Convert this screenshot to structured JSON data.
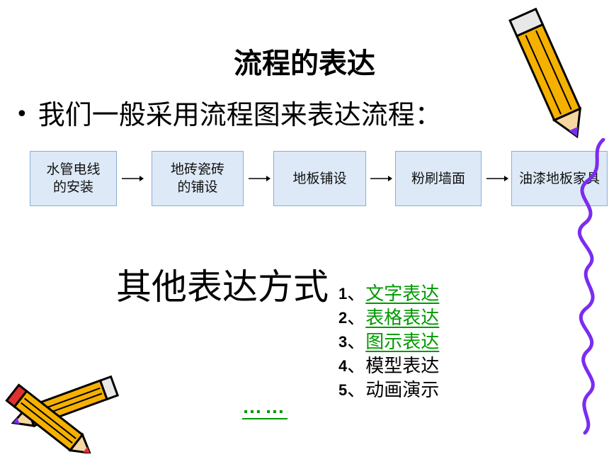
{
  "slide": {
    "title": "流程的表达",
    "bullet_marker": "•",
    "bullet_text": "我们一般采用流程图来表达流程："
  },
  "flowchart": {
    "steps": [
      {
        "label": "水管电线\n的安装"
      },
      {
        "label": "地砖瓷砖\n的铺设"
      },
      {
        "label": "地板铺设"
      },
      {
        "label": "粉刷墙面"
      },
      {
        "label": "油漆地板家具"
      }
    ],
    "box_fill": "#dde9f7",
    "box_border": "#8aaed8"
  },
  "other_methods": {
    "heading": "其他表达方式",
    "separator": "、",
    "items": [
      {
        "number": "1",
        "label": "文字表达",
        "link": true
      },
      {
        "number": "2",
        "label": "表格表达",
        "link": true
      },
      {
        "number": "3",
        "label": "图示表达",
        "link": true
      },
      {
        "number": "4",
        "label": "模型表达",
        "link": false
      },
      {
        "number": "5",
        "label": "动画演示",
        "link": false
      }
    ],
    "more_link": "……",
    "link_color": "#009900"
  },
  "decorations": {
    "top_right": "pencil-icon",
    "bottom_left": "crossed-pencils-icon",
    "right_edge": "squiggle-line-decoration",
    "pencil_body_color": "#f5b000",
    "squiggle_color": "#7b2cf0"
  }
}
